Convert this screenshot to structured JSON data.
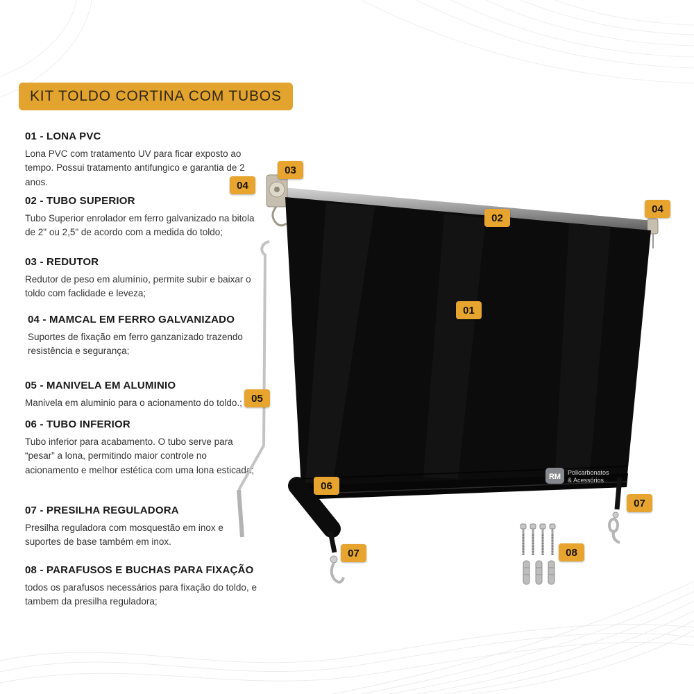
{
  "title": "KIT TOLDO CORTINA COM TUBOS",
  "sections": [
    {
      "heading": "01 - LONA PVC",
      "body": "Lona PVC com tratamento UV para ficar exposto ao tempo. Possui tratamento antifungico e garantia de 2 anos."
    },
    {
      "heading": "02 - TUBO SUPERIOR",
      "body": "Tubo Superior enrolador em ferro galvanizado na bitola de 2\" ou 2,5\" de acordo com a medida do toldo;"
    },
    {
      "heading": "03 - REDUTOR",
      "body": "Redutor de peso em alumínio, permite subir e baixar o toldo com faclidade e leveza;"
    },
    {
      "heading": "04 - MAMCAL  EM FERRO GALVANIZADO",
      "body": "Suportes de fixação em ferro ganzanizado trazendo resistência e segurança;"
    },
    {
      "heading": "05 - MANIVELA EM ALUMINIO",
      "body": "Manivela em aluminio para o acionamento do toldo.;"
    },
    {
      "heading": "06 - TUBO INFERIOR",
      "body": "Tubo inferior para acabamento. O tubo serve para “pesar” a lona, permitindo maior controle no acionamento e melhor estética com uma lona esticada;"
    },
    {
      "heading": "07 - PRESILHA REGULADORA",
      "body": "Presilha reguladora com mosquestão em inox e suportes de base também em inox."
    },
    {
      "heading": "08 - PARAFUSOS E BUCHAS PARA FIXAÇÃO",
      "body": "todos os parafusos necessários para fixação do toldo, e tambem da presilha reguladora;"
    }
  ],
  "diagram": {
    "labels": [
      "03",
      "04",
      "02",
      "04",
      "01",
      "05",
      "06",
      "07",
      "07",
      "08"
    ],
    "watermark": {
      "logo": "RM",
      "line1": "Policarbonatos",
      "line2": "& Acessórios"
    }
  },
  "colors": {
    "accent": "#e2a42e",
    "tarp": "#0c0c0c"
  }
}
